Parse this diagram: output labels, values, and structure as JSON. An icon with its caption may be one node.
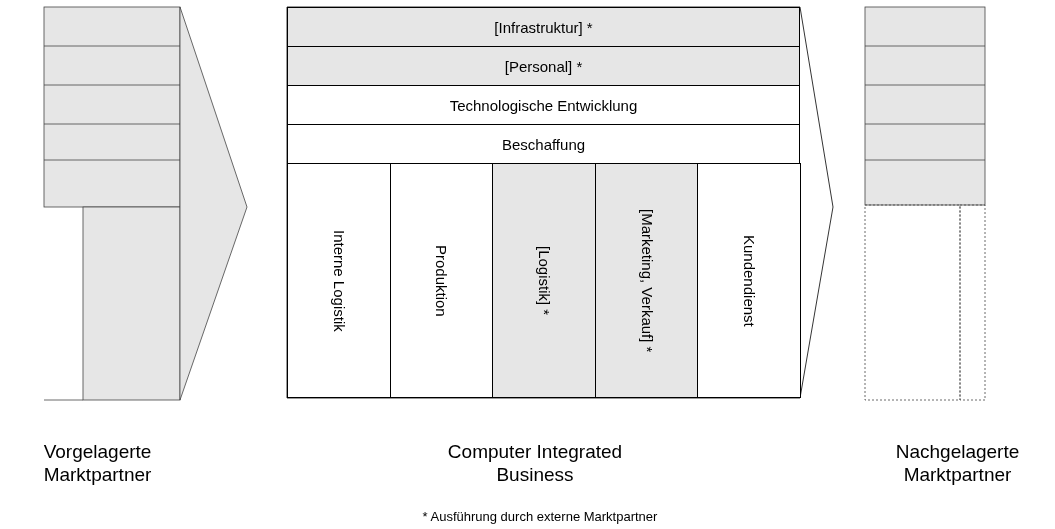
{
  "diagram": {
    "nodes": [
      {
        "text": [
          "Vorgelagerte Marktpartner"
        ]
      },
      {
        "text": [
          "Computer Integrated Business"
        ]
      },
      {
        "text": [
          "[Infrastruktur] *"
        ],
        "in": 1
      },
      {
        "text": [
          "[Personal] *"
        ],
        "in": 1
      },
      {
        "text": [
          "Technologische Entwicklung"
        ],
        "in": 1
      },
      {
        "text": [
          "Beschaffung"
        ],
        "in": 1
      },
      {
        "text": [
          "Interne Logistik"
        ],
        "in": 1
      },
      {
        "text": [
          "Produktion"
        ],
        "in": 1
      },
      {
        "text": [
          "[Logistik] *"
        ],
        "in": 1
      },
      {
        "text": [
          "[Marketing, Verkauf] *"
        ],
        "in": 1
      },
      {
        "text": [
          "Kundendienst"
        ],
        "in": 1
      },
      {
        "text": [
          "Nachgelagerte Marktpartner"
        ]
      }
    ],
    "labels": [
      "* Ausführung durch externe Marktpartner"
    ]
  }
}
